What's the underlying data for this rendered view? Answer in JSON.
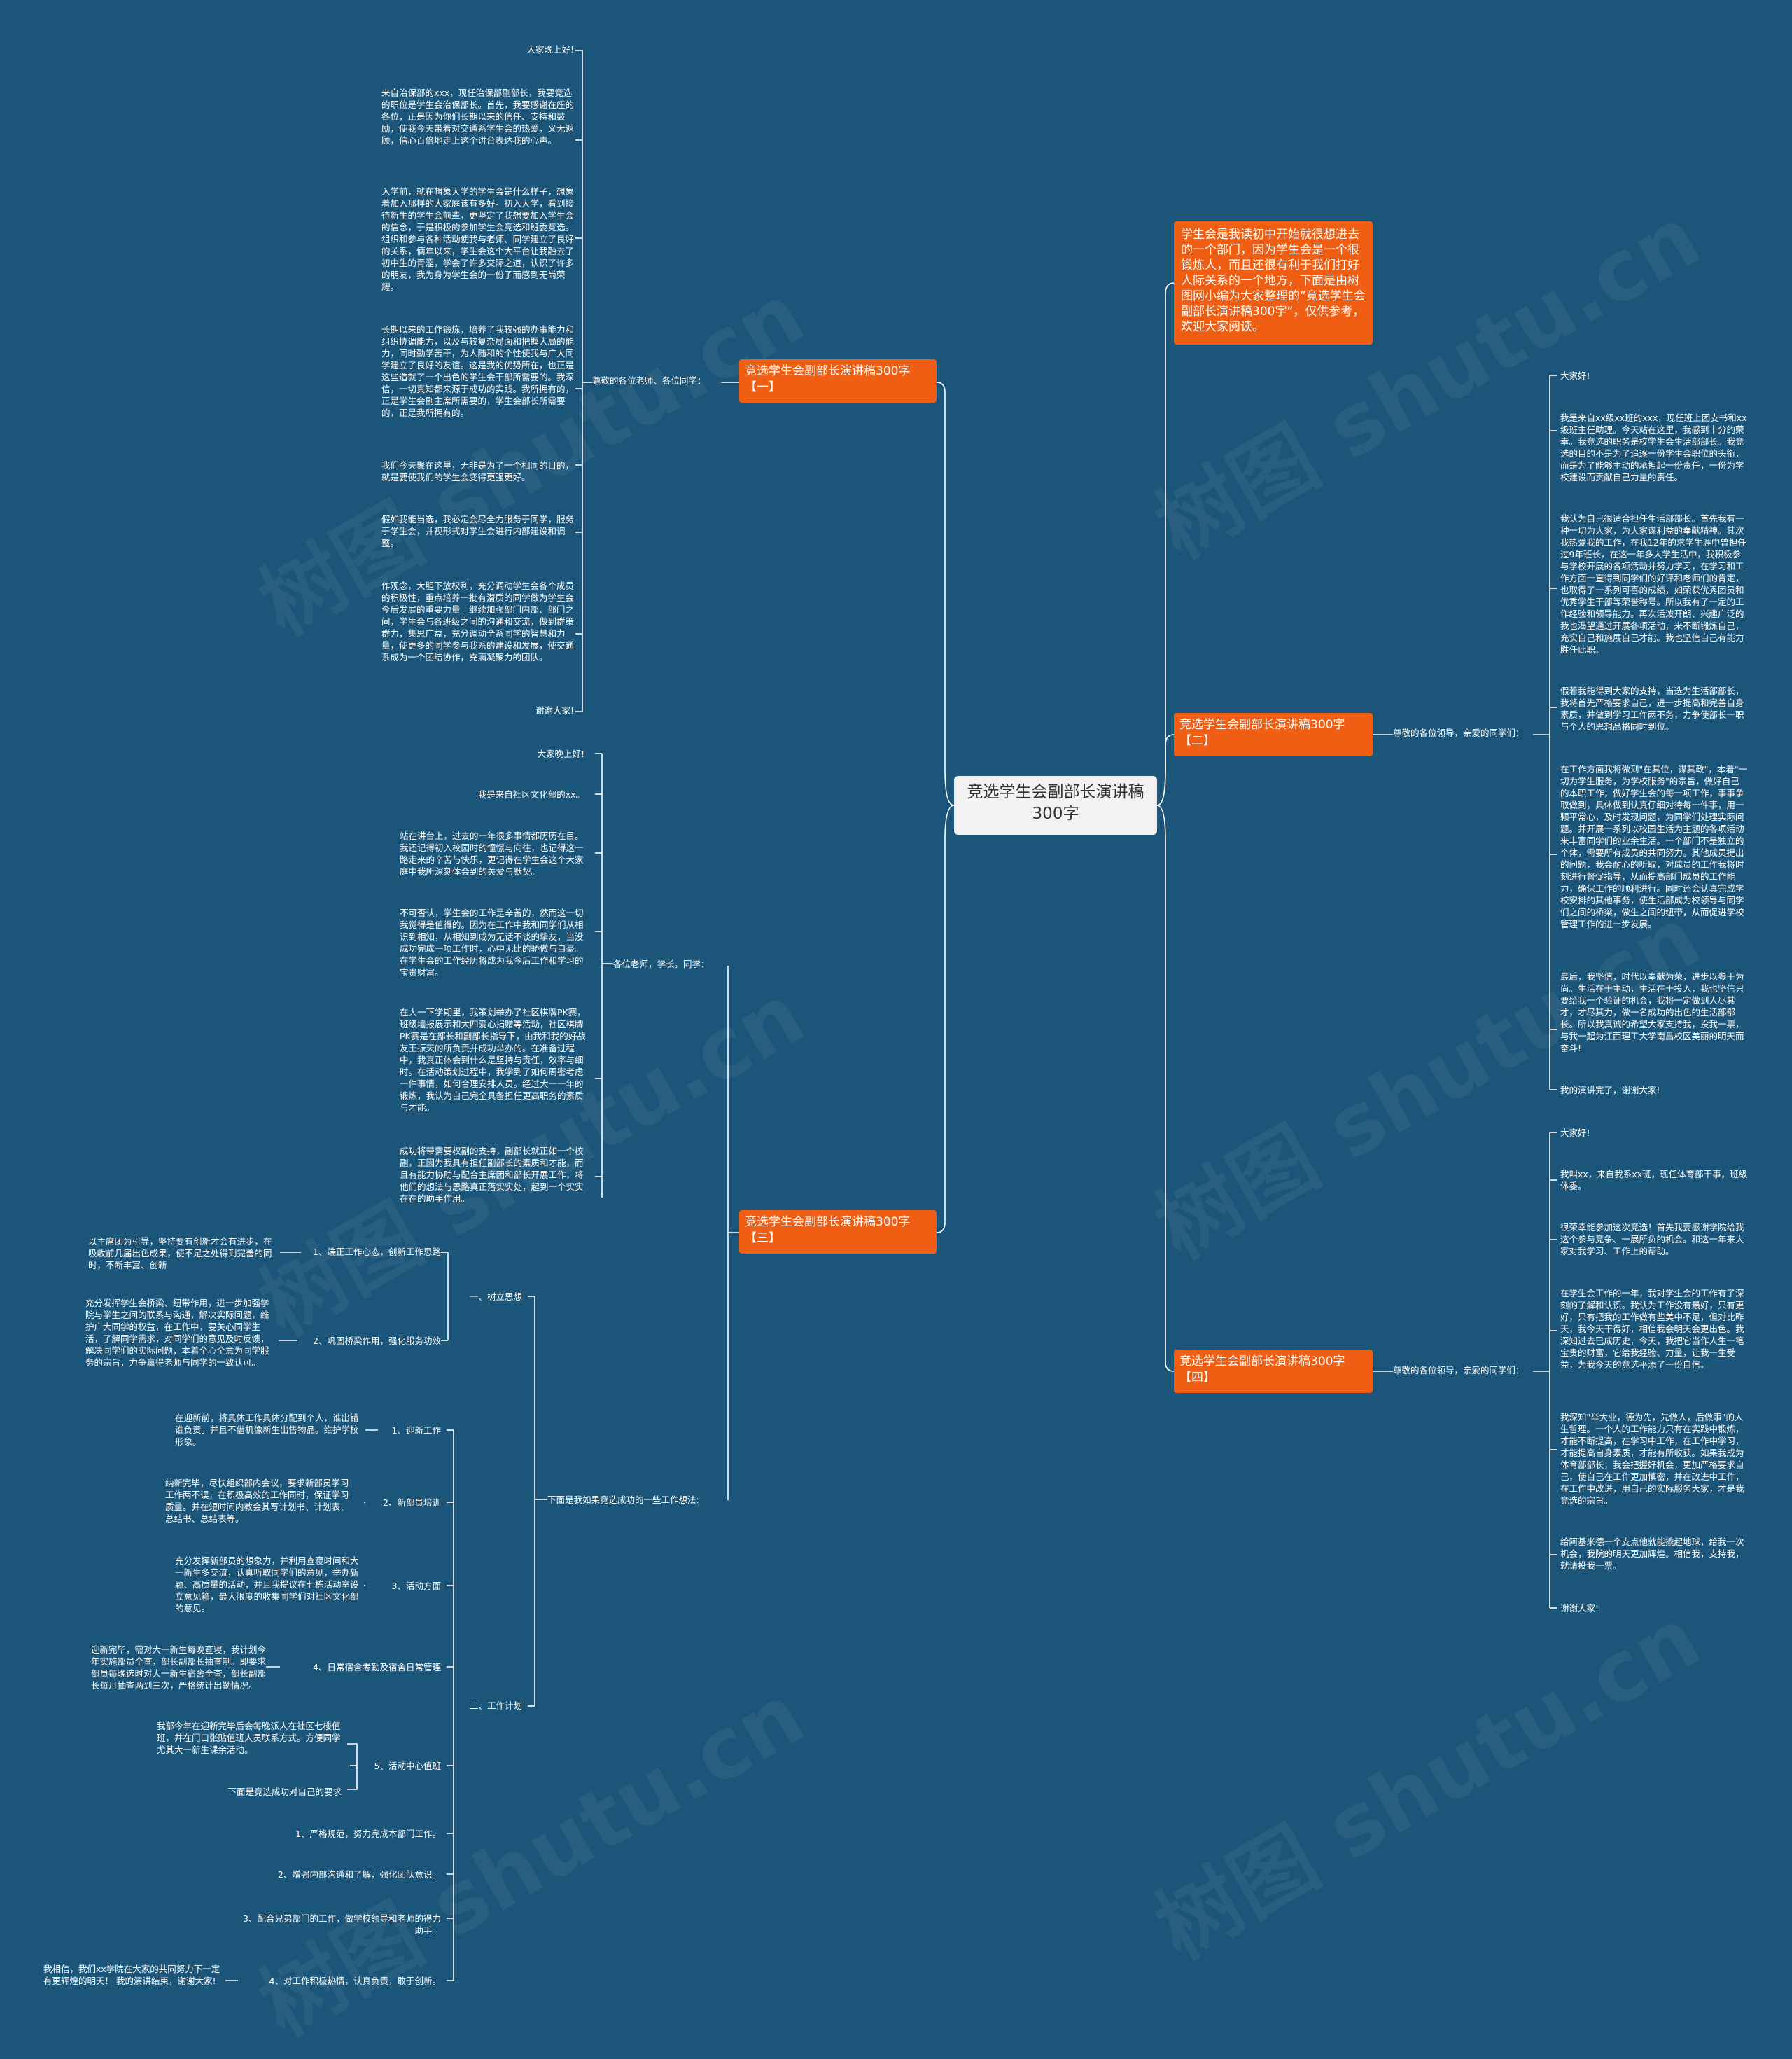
{
  "root": "竞选学生会副部长演讲稿300字",
  "intro": "学生会是我读初中开始就很想进去的一个部门，因为学生会是一个很锻炼人，而且还很有利于我们打好人际关系的一个地方，下面是由树图网小编为大家整理的“竞选学生会副部长演讲稿300字”，仅供参考，欢迎大家阅读。",
  "watermark": "树图 shutu.cn",
  "b1": {
    "title": "竞选学生会副部长演讲稿300字【一】",
    "mid": "尊敬的各位老师、各位同学：",
    "items": [
      "大家晚上好!",
      "来自治保部的xxx，现任治保部副部长，我要竞选的职位是学生会治保部长。首先，我要感谢在座的各位，正是因为你们长期以来的信任、支持和鼓励，使我今天带着对交通系学生会的热爱，义无返顾，信心百倍地走上这个讲台表达我的心声。",
      "入学前，就在想象大学的学生会是什么样子，想象着加入那样的大家庭该有多好。初入大学，看到接待新生的学生会前辈，更坚定了我想要加入学生会的信念，于是积极的参加学生会竞选和班委竞选。组织和参与各种活动使我与老师、同学建立了良好的关系，俩年以来，学生会这个大平台让我融去了初中生的青涩，学会了许多交际之道，认识了许多的朋友，我为身为学生会的一份子而感到无尚荣耀。",
      "长期以来的工作锻炼，培养了我较强的办事能力和组织协调能力，以及与较复杂局面和把握大局的能力，同时勤学苦干，为人随和的个性使我与广大同学建立了良好的友谊。这是我的优势所在，也正是这些造就了一个出色的学生会干部所需要的。我深信，一切真知都来源于成功的实践。我所拥有的，正是学生会副主席所需要的，学生会部长所需要的，正是我所拥有的。",
      "我们今天聚在这里，无非是为了一个相同的目的，就是要使我们的学生会变得更强更好。",
      "假如我能当选，我必定会尽全力服务于同学，服务于学生会，并视形式对学生会进行内部建设和调整。",
      "作观念，大胆下放权利，充分调动学生会各个成员的积极性，重点培养一批有潜质的同学做为学生会今后发展的重要力量。继续加强部门内部、部门之间，学生会与各班级之间的沟通和交流，做到群策群力，集思广益，充分调动全系同学的智慧和力量，使更多的同学参与我系的建设和发展，使交通系成为一个团结协作，充满凝聚力的团队。",
      "谢谢大家!"
    ]
  },
  "b2": {
    "title": "竞选学生会副部长演讲稿300字【二】",
    "mid": "尊敬的各位领导，亲爱的同学们：",
    "items": [
      "大家好!",
      "我是来自xx级xx班的xxx，现任班上团支书和xx级班主任助理。今天站在这里，我感到十分的荣幸。我竞选的职务是校学生会生活部部长。我竞选的目的不是为了追逐一份学生会职位的头衔，而是为了能够主动的承担起一份责任，一份为学校建设而贡献自己力量的责任。",
      "我认为自己很适合担任生活部部长。首先我有一种一切为大家，为大家谋利益的奉献精神。其次我热爱我的工作，在我12年的求学生涯中曾担任过9年班长，在这一年多大学生活中，我积极参与学校开展的各项活动并努力学习，在学习和工作方面一直得到同学们的好评和老师们的肯定，也取得了一系列可喜的成绩，如荣获优秀团员和优秀学生干部等荣誉称号。所以我有了一定的工作经验和领导能力。再次活泼开朗、兴趣广泛的我也渴望通过开展各项活动，来不断锻炼自己，充实自己和施展自己才能。我也坚信自己有能力胜任此职。",
      "假若我能得到大家的支持，当选为生活部部长，我将首先严格要求自己，进一步提高和完善自身素质，并做到学习工作两不务，力争使部长一职与个人的思想品格同时到位。",
      "在工作方面我将做到\"在其位，谋其政\"，本着\"一切为学生服务，为学校服务\"的宗旨，做好自己的本职工作，做好学生会的每一项工作，事事争取做到，具体做到认真仔细对待每一件事，用一颗平常心，及时发现问题，为同学们处理实际问题。并开展一系列以校园生活为主题的各项活动来丰富同学们的业余生活。一个部门不是独立的个体，需要所有成员的共同努力。其他成员提出的问题，我会耐心的听取，对成员的工作我将时刻进行督促指导，从而提高部门成员的工作能力，确保工作的顺利进行。同时还会认真完成学校安排的其他事务，使生活部成为校领导与同学们之间的桥梁，做生之间的纽带，从而促进学校管理工作的进一步发展。",
      "最后，我坚信，时代以奉献为荣，进步以参于为尚。生活在于主动，生活在于投入，我也坚信只要给我一个验证的机会，我将一定做到人尽其才，才尽其力，做一名成功的出色的生活部部长。所以我真诚的希望大家支持我，投我一票，与我一起为江西理工大学南昌校区美丽的明天而奋斗!",
      "我的演讲完了，谢谢大家!"
    ]
  },
  "b3": {
    "title": "竞选学生会副部长演讲稿300字【三】",
    "mid": "各位老师，学长，同学：",
    "items": [
      "大家晚上好!",
      "我是来自社区文化部的xx。",
      "站在讲台上，过去的一年很多事情都历历在目。我还记得初入校园时的憧憬与向往，也记得这一路走来的辛苦与快乐，更记得在学生会这个大家庭中我所深刻体会到的关爱与默契。",
      "不可否认，学生会的工作是辛苦的，然而这一切我觉得是值得的。因为在工作中我和同学们从相识到相知，从相知到成为无话不谈的挚友，当没成功完成一项工作时，心中无比的骄傲与自豪。在学生会的工作经历将成为我今后工作和学习的宝贵财富。",
      "在大一下学期里，我策划举办了社区棋牌PK赛，班级墙报展示和大四爱心捐赠等活动，社区棋牌PK赛是在部长和副部长指导下，由我和我的好战友王振天的所负责并成功举办的。在准备过程中，我真正体会到什么是坚持与责任，效率与细时。在活动策划过程中，我学到了如何周密考虑一件事情，如何合理安排人员。经过大一一年的锻炼，我认为自己完全具备担任更高职务的素质与才能。",
      "成功将带需要权副的支持，副部长就正如一个校副，正因为我具有担任副部长的素质和才能，而且有能力协助与配合主席团和部长开展工作，将他们的想法与思路真正落实实处，起到一个实实在在的助手作用。"
    ],
    "plan": "下面是我如果竞选成功的一些工作想法:",
    "s1": {
      "label": "一、树立思想",
      "kids": [
        {
          "label": "1、端正工作心态，创新工作思路",
          "text": "以主席团为引导，坚持要有创新才会有进步，在吸收前几届出色成果，使不足之处得到完善的同时，不断丰富、创新"
        },
        {
          "label": "2、巩固桥梁作用，强化服务功效",
          "text": "充分发挥学生会桥梁、纽带作用，进一步加强学院与学生之间的联系与沟通，解决实际问题，维护广大同学的权益，在工作中，要关心同学生活，了解同学需求，对同学们的意见及时反馈，解决同学们的实际问题，本着全心全意为同学服务的宗旨，力争赢得老师与同学的一致认可。"
        }
      ]
    },
    "s2": {
      "label": "二、工作计划",
      "kids": [
        {
          "label": "1、迎新工作",
          "text": "在迎新前，将具体工作具体分配到个人，谁出错谁负责。并且不借机像新生出售物品。维护学校形象。"
        },
        {
          "label": "2、新部员培训",
          "text": "纳新完毕，尽快组织部内会议，要求新部员学习工作两不误，在积极高效的工作同时，保证学习质量。并在短时间内教会其写计划书、计划表、总结书、总结表等。"
        },
        {
          "label": "3、活动方面",
          "text": "充分发挥新部员的想象力，并利用查寝时间和大一新生多交流，认真听取同学们的意见，举办新颖、高质量的活动，并且我提议在七栋活动室设立意见箱，最大限度的收集同学们对社区文化部的意见。"
        },
        {
          "label": "4、日常宿舍考勤及宿舍日常管理",
          "text": "迎新完毕，需对大一新生每晚查寝，我计划今年实施部员全查，部长副部长抽查制。即要求部员每晚选时对大一新生宿舍全查，部长副部长每月抽查两到三次，严格统计出勤情况。"
        },
        {
          "label": "5、活动中心值班",
          "text": "我部今年在迎新完毕后会每晚派人在社区七楼值班，并在门口张贴值班人员联系方式。方便同学尤其大一新生课余活动。",
          "text2": "下面是竞选成功对自己的要求"
        },
        {
          "label": "1、严格规范，努力完成本部门工作。"
        },
        {
          "label": "2、增强内部沟通和了解，强化团队意识。"
        },
        {
          "label": "3、配合兄弟部门的工作，做学校领导和老师的得力助手。"
        },
        {
          "label": "4、对工作积极热情，认真负责，敢于创新。",
          "text": "我相信，我们xx学院在大家的共同努力下一定有更辉煌的明天！ 我的演讲结束，谢谢大家!"
        }
      ]
    }
  },
  "b4": {
    "title": "竞选学生会副部长演讲稿300字【四】",
    "mid": "尊敬的各位领导，亲爱的同学们：",
    "items": [
      "大家好!",
      "我叫xx，来自我系xx班，现任体育部干事，班级体委。",
      "很荣幸能参加这次竞选！首先我要感谢学院给我这个参与竞争、一展所负的机会。和这一年来大家对我学习、工作上的帮助。",
      "在学生会工作的一年，我对学生会的工作有了深刻的了解和认识。我认为工作没有最好，只有更好，只有把我的工作做有些美中不足，但对比昨天，我今天干得好，相信我会明天会更出色。我深知过去已成历史，今天，我把它当作人生一笔宝贵的财富，它给我经验、力量，让我一生受益，为我今天的竞选平添了一份自信。",
      "我深知\"举大业，德为先，先做人，后做事\"的人生哲理。一个人的工作能力只有在实践中锻炼，才能不断提高，在学习中工作，在工作中学习，才能提高自身素质，才能有所收获。如果我成为体育部部长，我会把握好机会，更加严格要求自己，使自己在工作更加慎密，并在改进中工作，在工作中改进，用自己的实际服务大家，才是我竞选的宗旨。",
      "给阿基米德一个支点他就能撬起地球，给我一次机会，我院的明天更加辉煌。相信我，支持我，就请投我一票。",
      "谢谢大家!"
    ]
  }
}
